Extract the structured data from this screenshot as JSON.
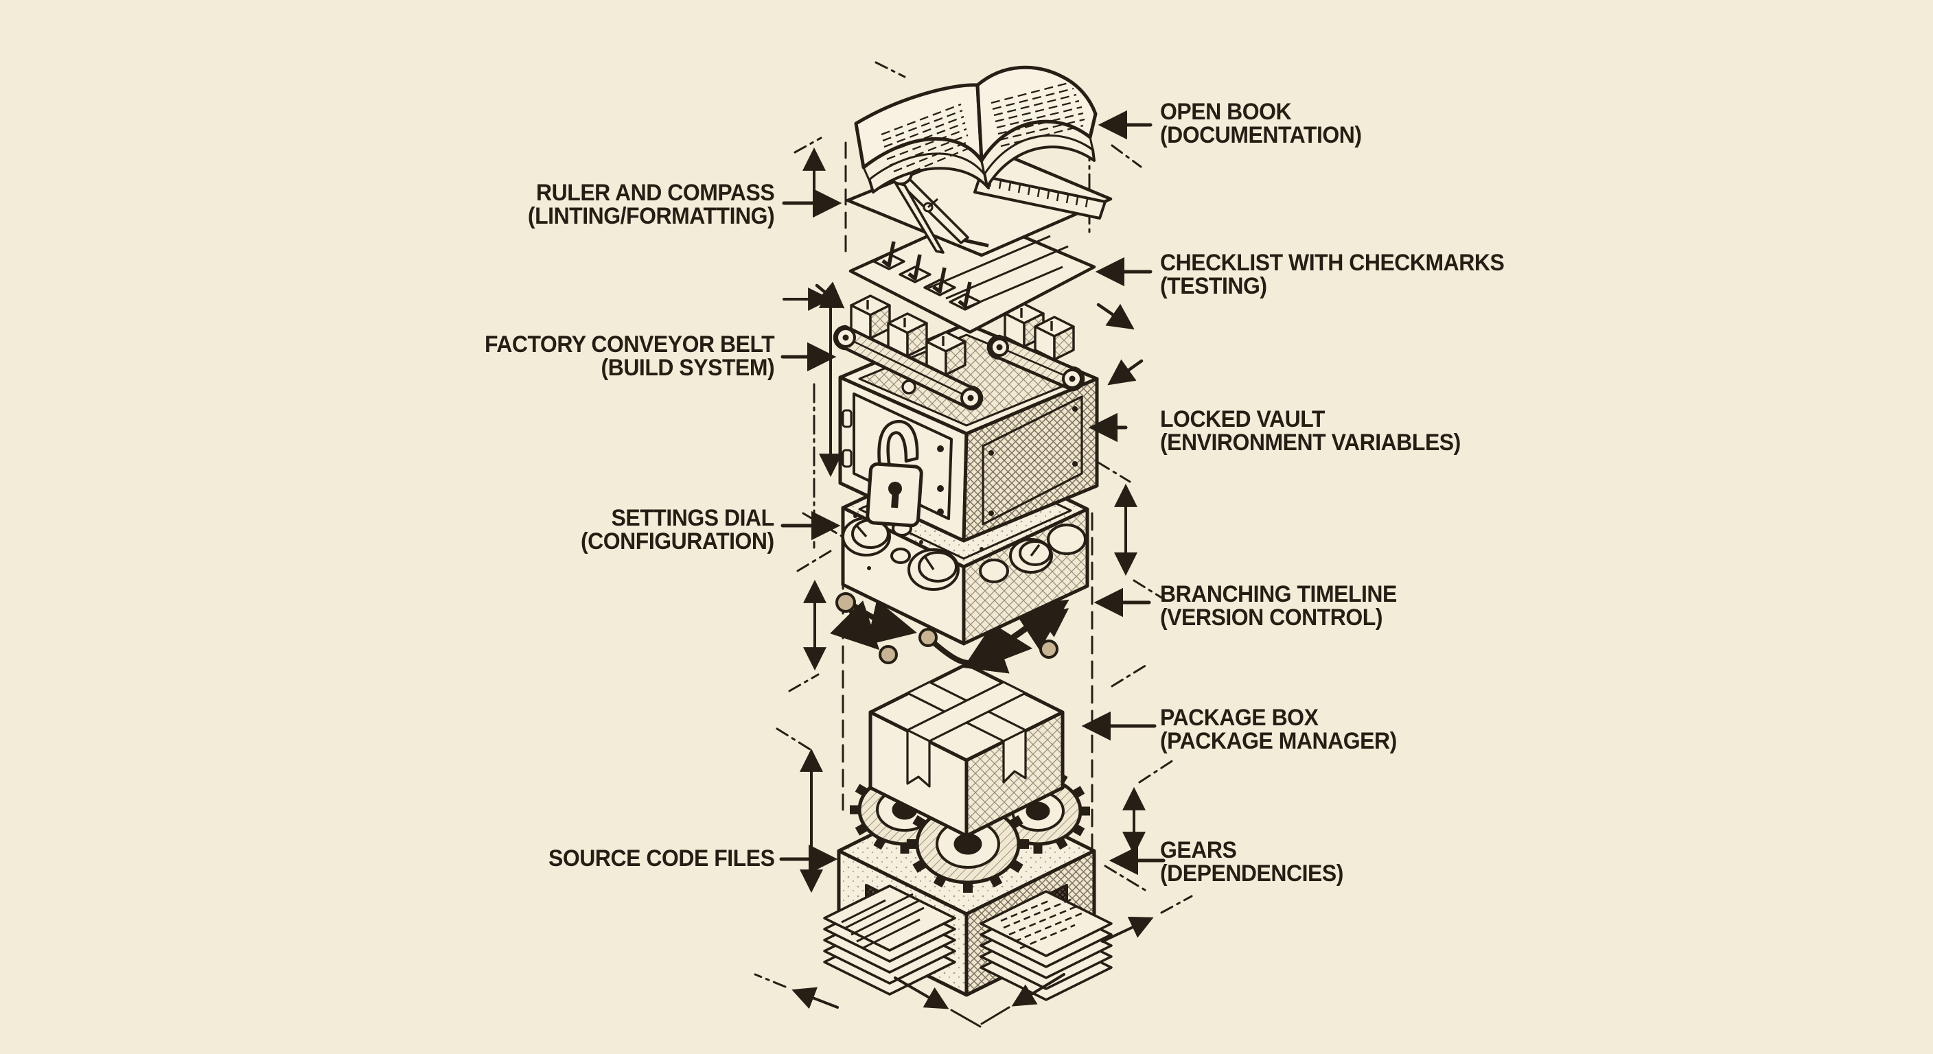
{
  "figure": {
    "title_hint": "hand-drawn exploded isometric stack of software project tooling",
    "palette": {
      "background": "#f3ecd9",
      "ink": "#261f15",
      "paper": "#f6efdd"
    },
    "components": [
      "open-book",
      "ruler-and-compass",
      "checklist-with-checkmarks",
      "factory-conveyor-belt",
      "locked-vault",
      "settings-dial",
      "branching-timeline",
      "package-box",
      "gears",
      "source-code-file-stacks",
      "arched-base-block",
      "dimension-arrows",
      "dash-dot-guides"
    ],
    "labels": [
      {
        "id": "documentation",
        "line1": "OPEN BOOK",
        "line2": "(DOCUMENTATION)",
        "side": "right"
      },
      {
        "id": "linting",
        "line1": "RULER AND COMPASS",
        "line2": "(LINTING/FORMATTING)",
        "side": "left"
      },
      {
        "id": "testing",
        "line1": "CHECKLIST WITH CHECKMARKS",
        "line2": "(TESTING)",
        "side": "right"
      },
      {
        "id": "build-system",
        "line1": "FACTORY CONVEYOR BELT",
        "line2": "(BUILD SYSTEM)",
        "side": "left"
      },
      {
        "id": "environment",
        "line1": "LOCKED VAULT",
        "line2": "(ENVIRONMENT VARIABLES)",
        "side": "right"
      },
      {
        "id": "configuration",
        "line1": "SETTINGS DIAL",
        "line2": "(CONFIGURATION)",
        "side": "left"
      },
      {
        "id": "version-control",
        "line1": "BRANCHING TIMELINE",
        "line2": "(VERSION CONTROL)",
        "side": "right"
      },
      {
        "id": "package-manager",
        "line1": "PACKAGE BOX",
        "line2": "(PACKAGE MANAGER)",
        "side": "right"
      },
      {
        "id": "source-code",
        "line1": "SOURCE CODE FILES",
        "line2": "",
        "side": "left"
      },
      {
        "id": "dependencies",
        "line1": "GEARS",
        "line2": "(DEPENDENCIES)",
        "side": "right"
      }
    ]
  }
}
